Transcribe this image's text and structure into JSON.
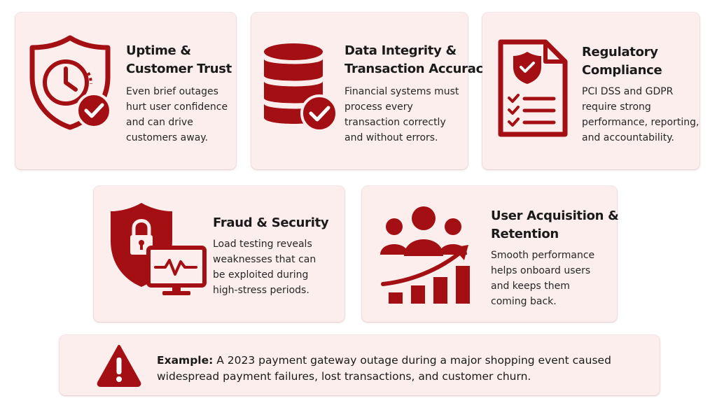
{
  "colors": {
    "accent": "#a30f12",
    "card_bg": "#fdeeee",
    "text": "#1a1a1a"
  },
  "cards": [
    {
      "icon": "shield-clock-check-icon",
      "title_lines": [
        "Uptime &",
        "Customer Trust"
      ],
      "desc_lines": [
        "Even brief outages",
        "hurt user confidence",
        "and can drive",
        "customers away."
      ]
    },
    {
      "icon": "database-check-icon",
      "title_lines": [
        "Data Integrity &",
        "Transaction Accuracy"
      ],
      "desc_lines": [
        "Financial systems must",
        "process every",
        "transaction correctly",
        "and without errors."
      ]
    },
    {
      "icon": "compliance-document-icon",
      "title_lines": [
        "Regulatory",
        "Compliance"
      ],
      "desc_lines": [
        "PCI DSS and GDPR",
        "require strong",
        "performance, reporting,",
        "and accountability."
      ]
    },
    {
      "icon": "shield-lock-monitor-icon",
      "title_lines": [
        "Fraud & Security"
      ],
      "desc_lines": [
        "Load testing reveals",
        "weaknesses that can",
        "be exploited during",
        "high-stress periods."
      ]
    },
    {
      "icon": "users-growth-chart-icon",
      "title_lines": [
        "User Acquisition &",
        "Retention"
      ],
      "desc_lines": [
        "Smooth performance",
        "helps onboard users",
        "and keeps them",
        "coming back."
      ]
    }
  ],
  "example": {
    "icon": "warning-triangle-icon",
    "label": "Example:",
    "line1": "A 2023 payment gateway outage during a major shopping event caused",
    "line2": "widespread payment failures, lost transactions, and customer churn."
  }
}
